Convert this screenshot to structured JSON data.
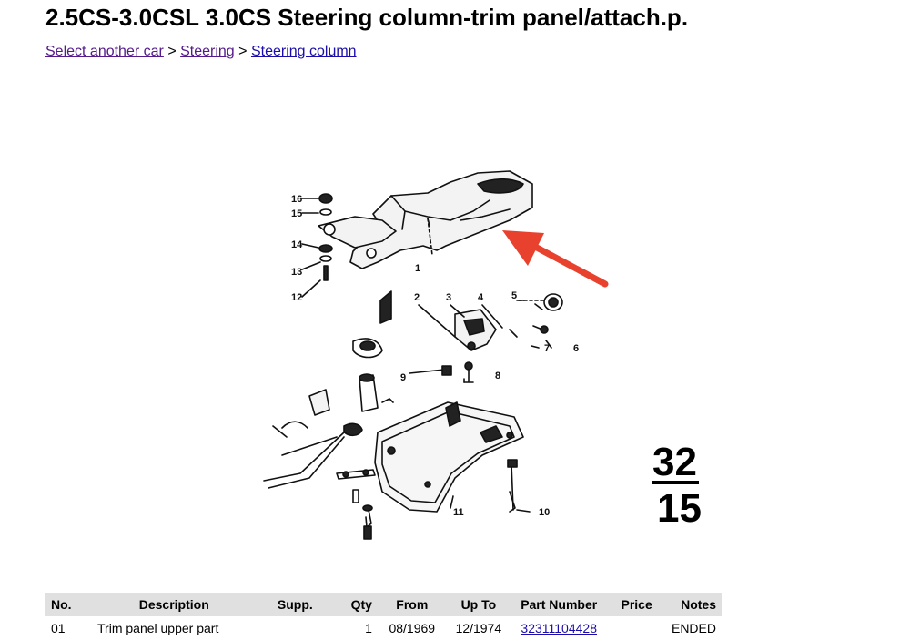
{
  "page": {
    "title": "2.5CS-3.0CSL 3.0CS Steering column-trim panel/attach.p."
  },
  "breadcrumb": {
    "items": [
      {
        "label": "Select another car",
        "visited": true
      },
      {
        "label": "Steering",
        "visited": true
      },
      {
        "label": "Steering column",
        "visited": false
      }
    ],
    "separator": ">"
  },
  "diagram": {
    "group_top": "32",
    "group_bottom": "15",
    "callouts": [
      "1",
      "2",
      "3",
      "4",
      "5",
      "6",
      "7",
      "8",
      "9",
      "10",
      "11",
      "12",
      "13",
      "14",
      "15",
      "16"
    ],
    "arrow_color": "#e8422f",
    "line_color": "#111111"
  },
  "table": {
    "headers": [
      "No.",
      "Description",
      "Supp.",
      "Qty",
      "From",
      "Up To",
      "Part Number",
      "Price",
      "Notes"
    ],
    "rows": [
      {
        "no": "01",
        "description": "Trim panel upper part",
        "supp": "",
        "qty": "1",
        "from": "08/1969",
        "up_to": "12/1974",
        "part_number": "32311104428",
        "price": "",
        "notes": "ENDED"
      }
    ],
    "header_bg": "#e0e0e0"
  },
  "colors": {
    "link": "#1a0dab",
    "link_visited": "#551a8b"
  }
}
